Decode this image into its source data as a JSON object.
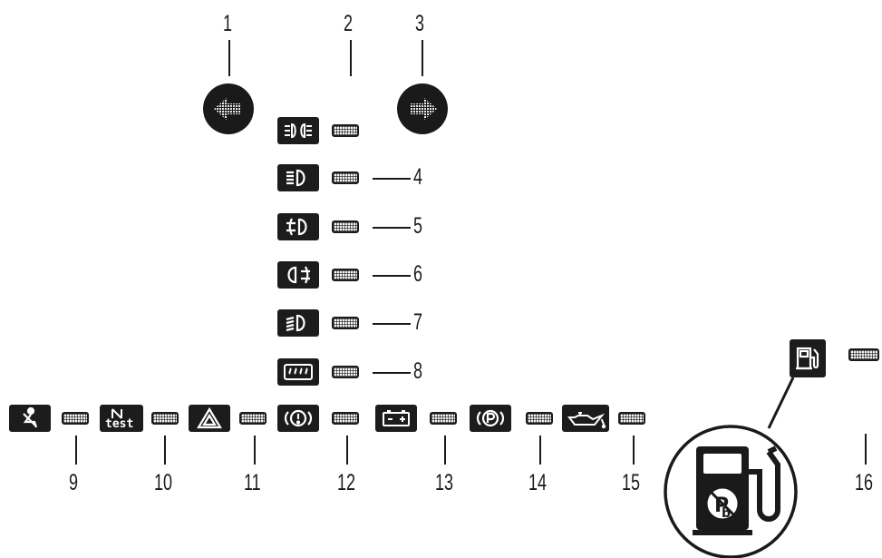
{
  "callouts": {
    "n1": "1",
    "n2": "2",
    "n3": "3",
    "n4": "4",
    "n5": "5",
    "n6": "6",
    "n7": "7",
    "n8": "8",
    "n9": "9",
    "n10": "10",
    "n11": "11",
    "n12": "12",
    "n13": "13",
    "n14": "14",
    "n15": "15",
    "n16": "16"
  },
  "indicator_text": {
    "test_label": "test"
  },
  "icons": [
    "left-turn-arrow-icon",
    "right-turn-arrow-icon",
    "parking-lights-icon",
    "high-beam-icon",
    "front-fog-light-icon",
    "rear-fog-light-icon",
    "low-beam-icon",
    "rear-window-defroster-icon",
    "seat-belt-icon",
    "test-icon",
    "hazard-warning-icon",
    "brake-warning-icon",
    "battery-charge-icon",
    "parking-brake-icon",
    "oil-pressure-icon",
    "fuel-pump-icon",
    "unleaded-fuel-icon"
  ],
  "colors": {
    "ink": "#1a1a1a",
    "paper": "#ffffff"
  }
}
